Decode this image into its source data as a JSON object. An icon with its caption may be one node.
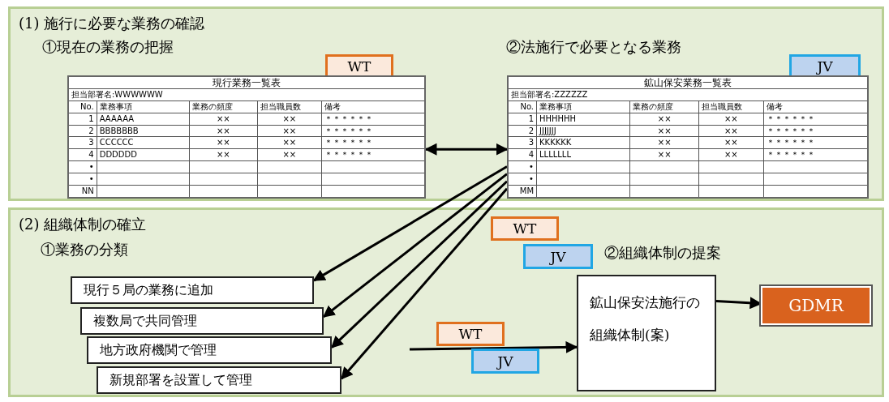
{
  "diagram": {
    "nodes": [
      {
        "text": [
          "(1) 施行に必要な業務の確認"
        ]
      },
      {
        "text": [
          "WT"
        ],
        "in": 0
      },
      {
        "text": [
          "現行業務一覧表",
          "担当部署名:WWWWWW",
          "No.",
          "業務事項",
          "業務の頻度",
          "担当職員数",
          "備考",
          "1",
          "AAAAAA",
          "××",
          "××",
          "＊＊＊＊＊＊",
          "2",
          "BBBBBBB",
          "××",
          "××",
          "＊＊＊＊＊＊",
          "3",
          "CCCCCC",
          "××",
          "××",
          "＊＊＊＊＊＊",
          "4",
          "DDDDDD",
          "××",
          "××",
          "＊＊＊＊＊＊",
          "•",
          "•",
          "NN"
        ],
        "in": 0
      },
      {
        "text": [
          "JV"
        ],
        "in": 0
      },
      {
        "text": [
          "鉱山保安業務一覧表",
          "担当部署名:ZZZZZZ",
          "No.",
          "業務事項",
          "業務の頻度",
          "担当職員数",
          "備考",
          "1",
          "HHHHHH",
          "××",
          "××",
          "＊＊＊＊＊＊",
          "2",
          "JJJJJJJ",
          "××",
          "××",
          "＊＊＊＊＊＊",
          "3",
          "KKKKKK",
          "××",
          "××",
          "＊＊＊＊＊＊",
          "4",
          "LLLLLLL",
          "××",
          "××",
          "＊＊＊＊＊＊",
          "•",
          "•",
          "MM"
        ],
        "in": 0
      },
      {
        "text": [
          "(2) 組織体制の確立"
        ]
      },
      {
        "text": [
          "WT"
        ],
        "in": 5
      },
      {
        "text": [
          "JV"
        ],
        "in": 5
      },
      {
        "text": [
          "現行５局の業務に追加"
        ],
        "in": 5
      },
      {
        "text": [
          "複数局で共同管理"
        ],
        "in": 5
      },
      {
        "text": [
          "地方政府機関で管理"
        ],
        "in": 5
      },
      {
        "text": [
          "新規部署を設置して管理"
        ],
        "in": 5
      },
      {
        "text": [
          "WT"
        ],
        "in": 5
      },
      {
        "text": [
          "JV"
        ],
        "in": 5
      },
      {
        "text": [
          "鉱山保安法施行の組織体制(案)"
        ],
        "in": 5
      },
      {
        "text": [
          "GDMR"
        ],
        "in": 5
      }
    ],
    "edges": [
      {
        "from": 2,
        "to": 4,
        "arrow": "both"
      },
      {
        "from": 4,
        "to": 8,
        "arrow": "to"
      },
      {
        "from": 4,
        "to": 9,
        "arrow": "to"
      },
      {
        "from": 4,
        "to": 10,
        "arrow": "to"
      },
      {
        "from": 4,
        "to": 11,
        "arrow": "to"
      },
      {
        "from": null,
        "to": 14,
        "arrow": "to"
      },
      {
        "from": 14,
        "to": 15,
        "arrow": "to"
      }
    ],
    "labels": [
      "①現在の業務の把握",
      "②法施行で必要となる業務",
      "①業務の分類",
      "②組織体制の提案"
    ]
  }
}
